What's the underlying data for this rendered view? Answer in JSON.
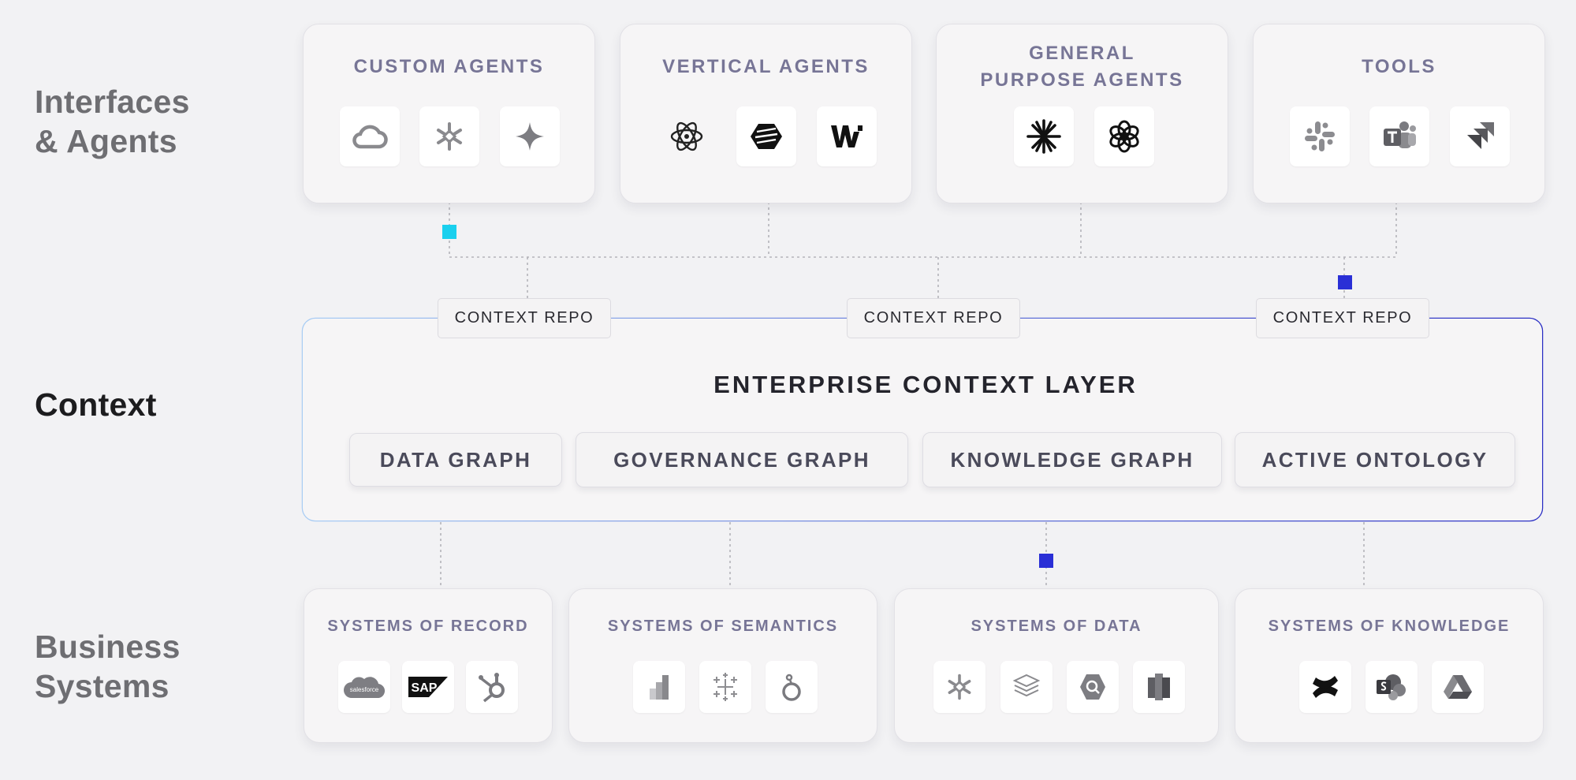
{
  "rows": {
    "interfaces": "Interfaces\n& Agents",
    "context": "Context",
    "business": "Business\nSystems"
  },
  "top_cards": [
    {
      "title": "CUSTOM AGENTS",
      "icons": [
        "google-cloud-icon",
        "snowflake-icon",
        "sparkle-icon"
      ]
    },
    {
      "title": "VERTICAL AGENTS",
      "icons": [
        "atom-icon",
        "hexagon-stack-icon",
        "w-logo-icon"
      ]
    },
    {
      "title": "GENERAL\nPURPOSE AGENTS",
      "icons": [
        "starburst-icon",
        "openai-icon"
      ]
    },
    {
      "title": "TOOLS",
      "icons": [
        "slack-icon",
        "teams-icon",
        "jira-icon"
      ]
    }
  ],
  "context_repo_label": "CONTEXT REPO",
  "context_repos": [
    "CONTEXT REPO",
    "CONTEXT REPO",
    "CONTEXT REPO"
  ],
  "layer": {
    "title": "ENTERPRISE CONTEXT LAYER",
    "graphs": [
      "DATA GRAPH",
      "GOVERNANCE GRAPH",
      "KNOWLEDGE GRAPH",
      "ACTIVE ONTOLOGY"
    ]
  },
  "bottom_cards": [
    {
      "title": "SYSTEMS OF RECORD",
      "icons": [
        "salesforce-icon",
        "sap-icon",
        "hubspot-icon"
      ]
    },
    {
      "title": "SYSTEMS OF SEMANTICS",
      "icons": [
        "bar-chart-icon",
        "tableau-icon",
        "looker-icon"
      ]
    },
    {
      "title": "SYSTEMS OF DATA",
      "icons": [
        "snowflake-icon",
        "layers-icon",
        "bigquery-icon",
        "redshift-icon"
      ]
    },
    {
      "title": "SYSTEMS OF KNOWLEDGE",
      "icons": [
        "confluence-icon",
        "sharepoint-icon",
        "google-drive-icon"
      ]
    }
  ],
  "icon_text": {
    "salesforce": "salesforce",
    "sap": "SAP"
  },
  "colors": {
    "cyan": "#1ad0ee",
    "blue": "#2a2fd6",
    "border_start": "#a9cdf4",
    "border_end": "#2b2fc4",
    "title": "#777596"
  }
}
